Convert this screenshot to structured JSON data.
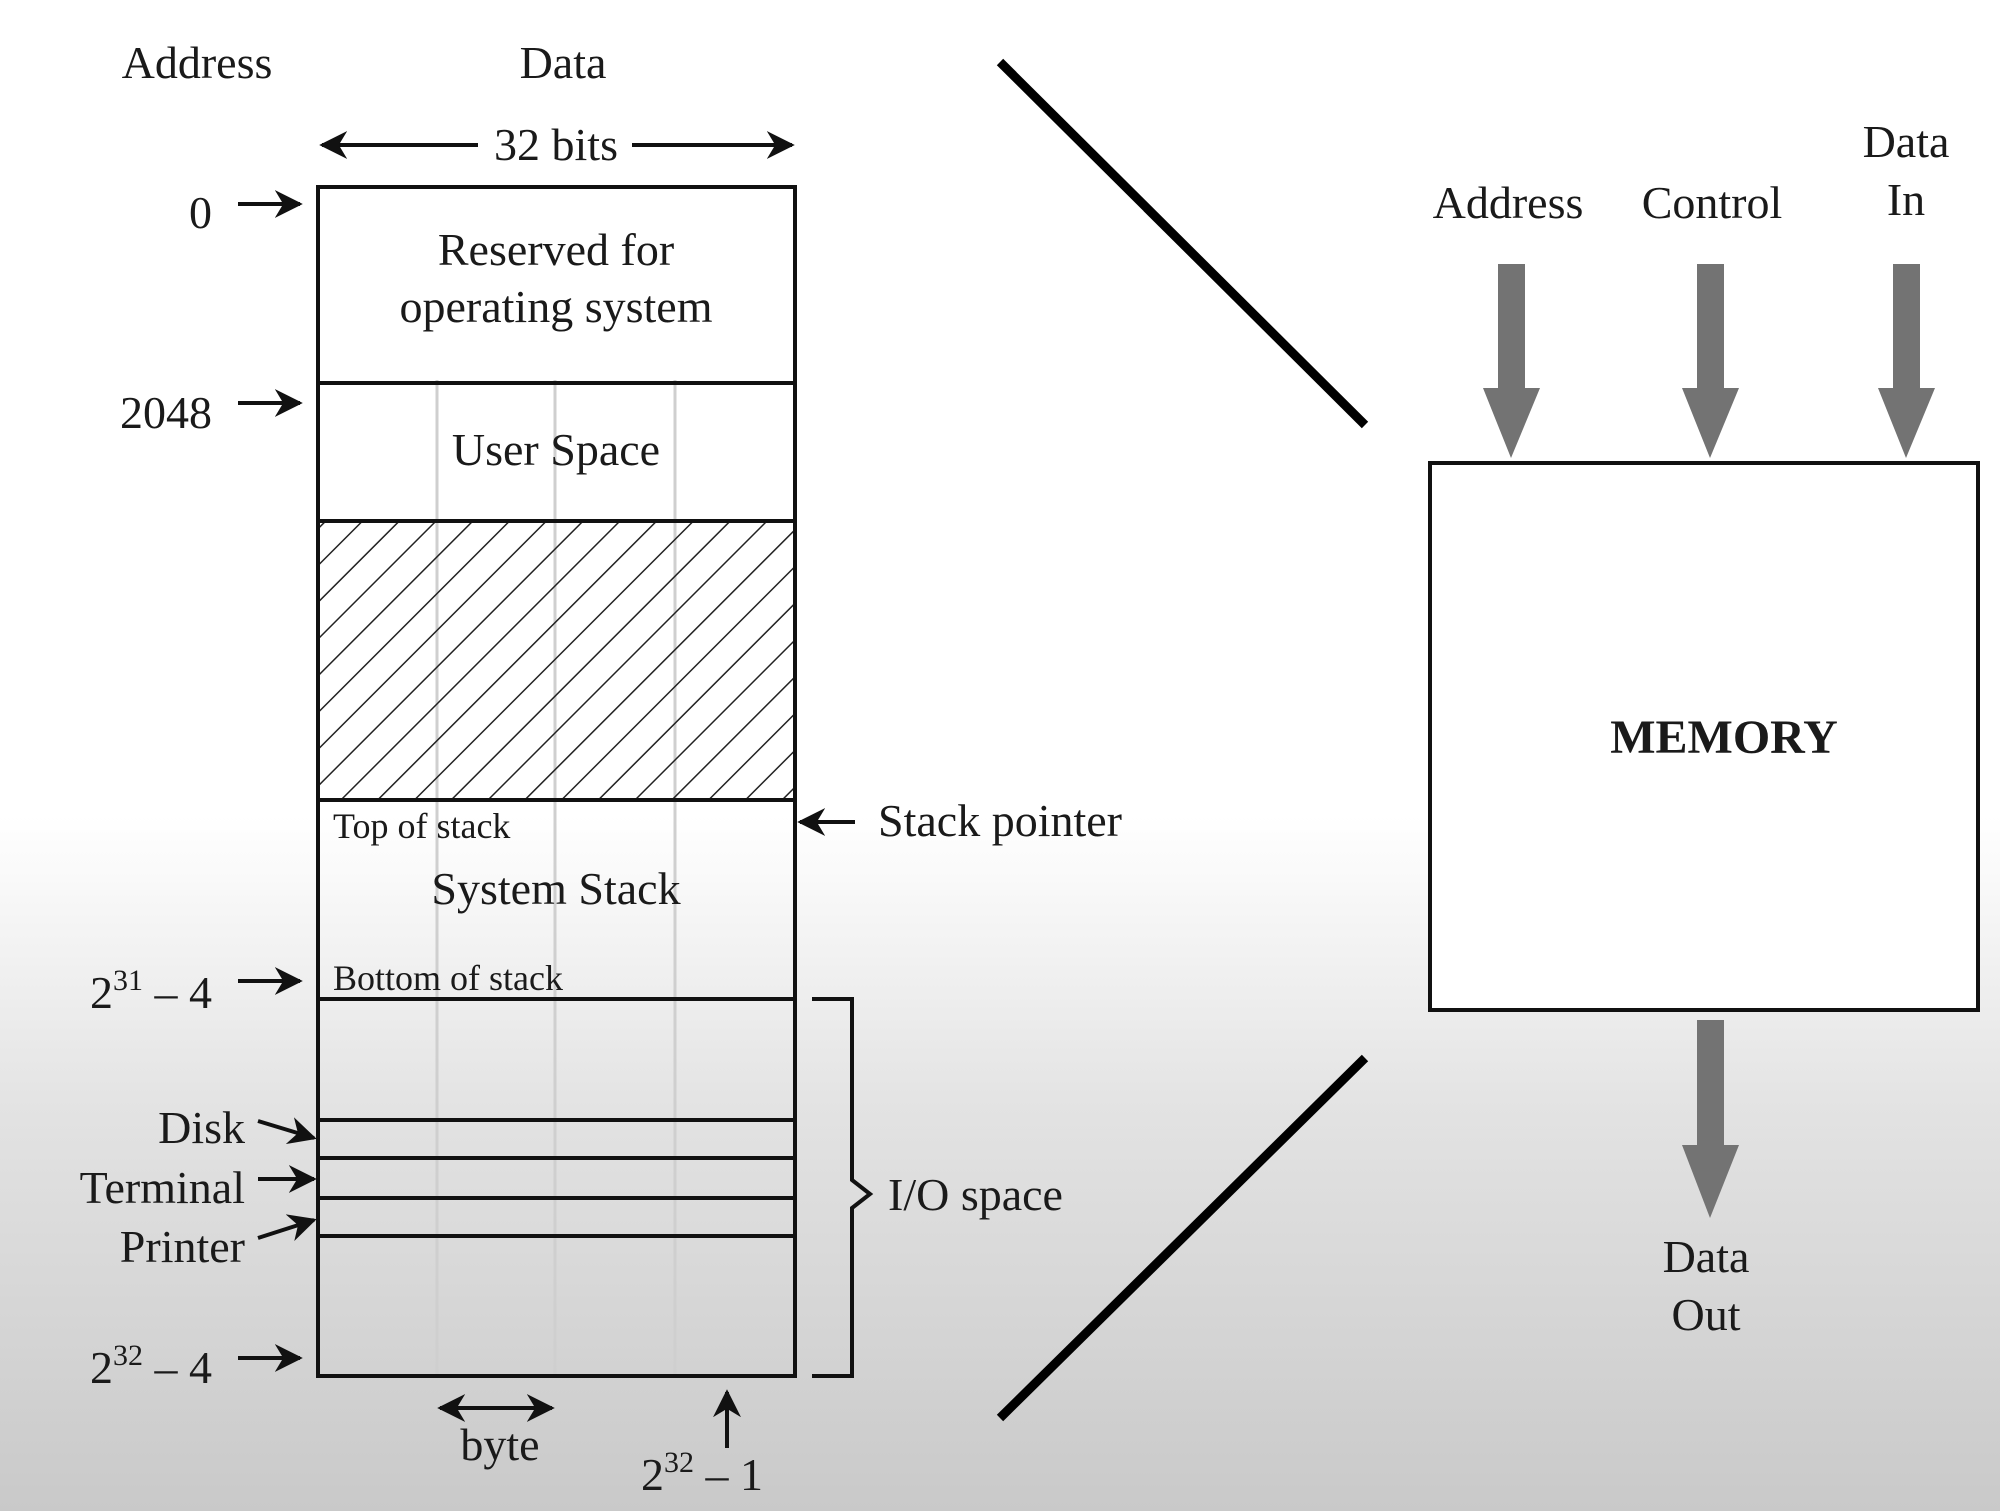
{
  "memory_map": {
    "address_header": "Address",
    "data_header": "Data",
    "width_label": "32 bits",
    "addresses": {
      "zero": "0",
      "user_start": "2048",
      "stack_bottom_base": "2",
      "stack_bottom_exp": "31",
      "stack_bottom_rest": " – 4",
      "end_base": "2",
      "end_exp": "32",
      "end_rest": " – 4"
    },
    "regions": {
      "os_line1": "Reserved for",
      "os_line2": "operating system",
      "user_space": "User Space",
      "top_of_stack": "Top of stack",
      "system_stack": "System Stack",
      "bottom_of_stack": "Bottom of stack"
    },
    "stack_pointer": "Stack pointer",
    "io_devices": [
      "Disk",
      "Terminal",
      "Printer"
    ],
    "io_space": "I/O space",
    "byte_label": "byte",
    "last_byte_base": "2",
    "last_byte_exp": "32",
    "last_byte_rest": " – 1"
  },
  "memory_block": {
    "title": "MEMORY",
    "inputs": {
      "address": "Address",
      "control": "Control",
      "data_in_line1": "Data",
      "data_in_line2": "In"
    },
    "output": {
      "line1": "Data",
      "line2": "Out"
    },
    "arrow_color": "#737373"
  }
}
